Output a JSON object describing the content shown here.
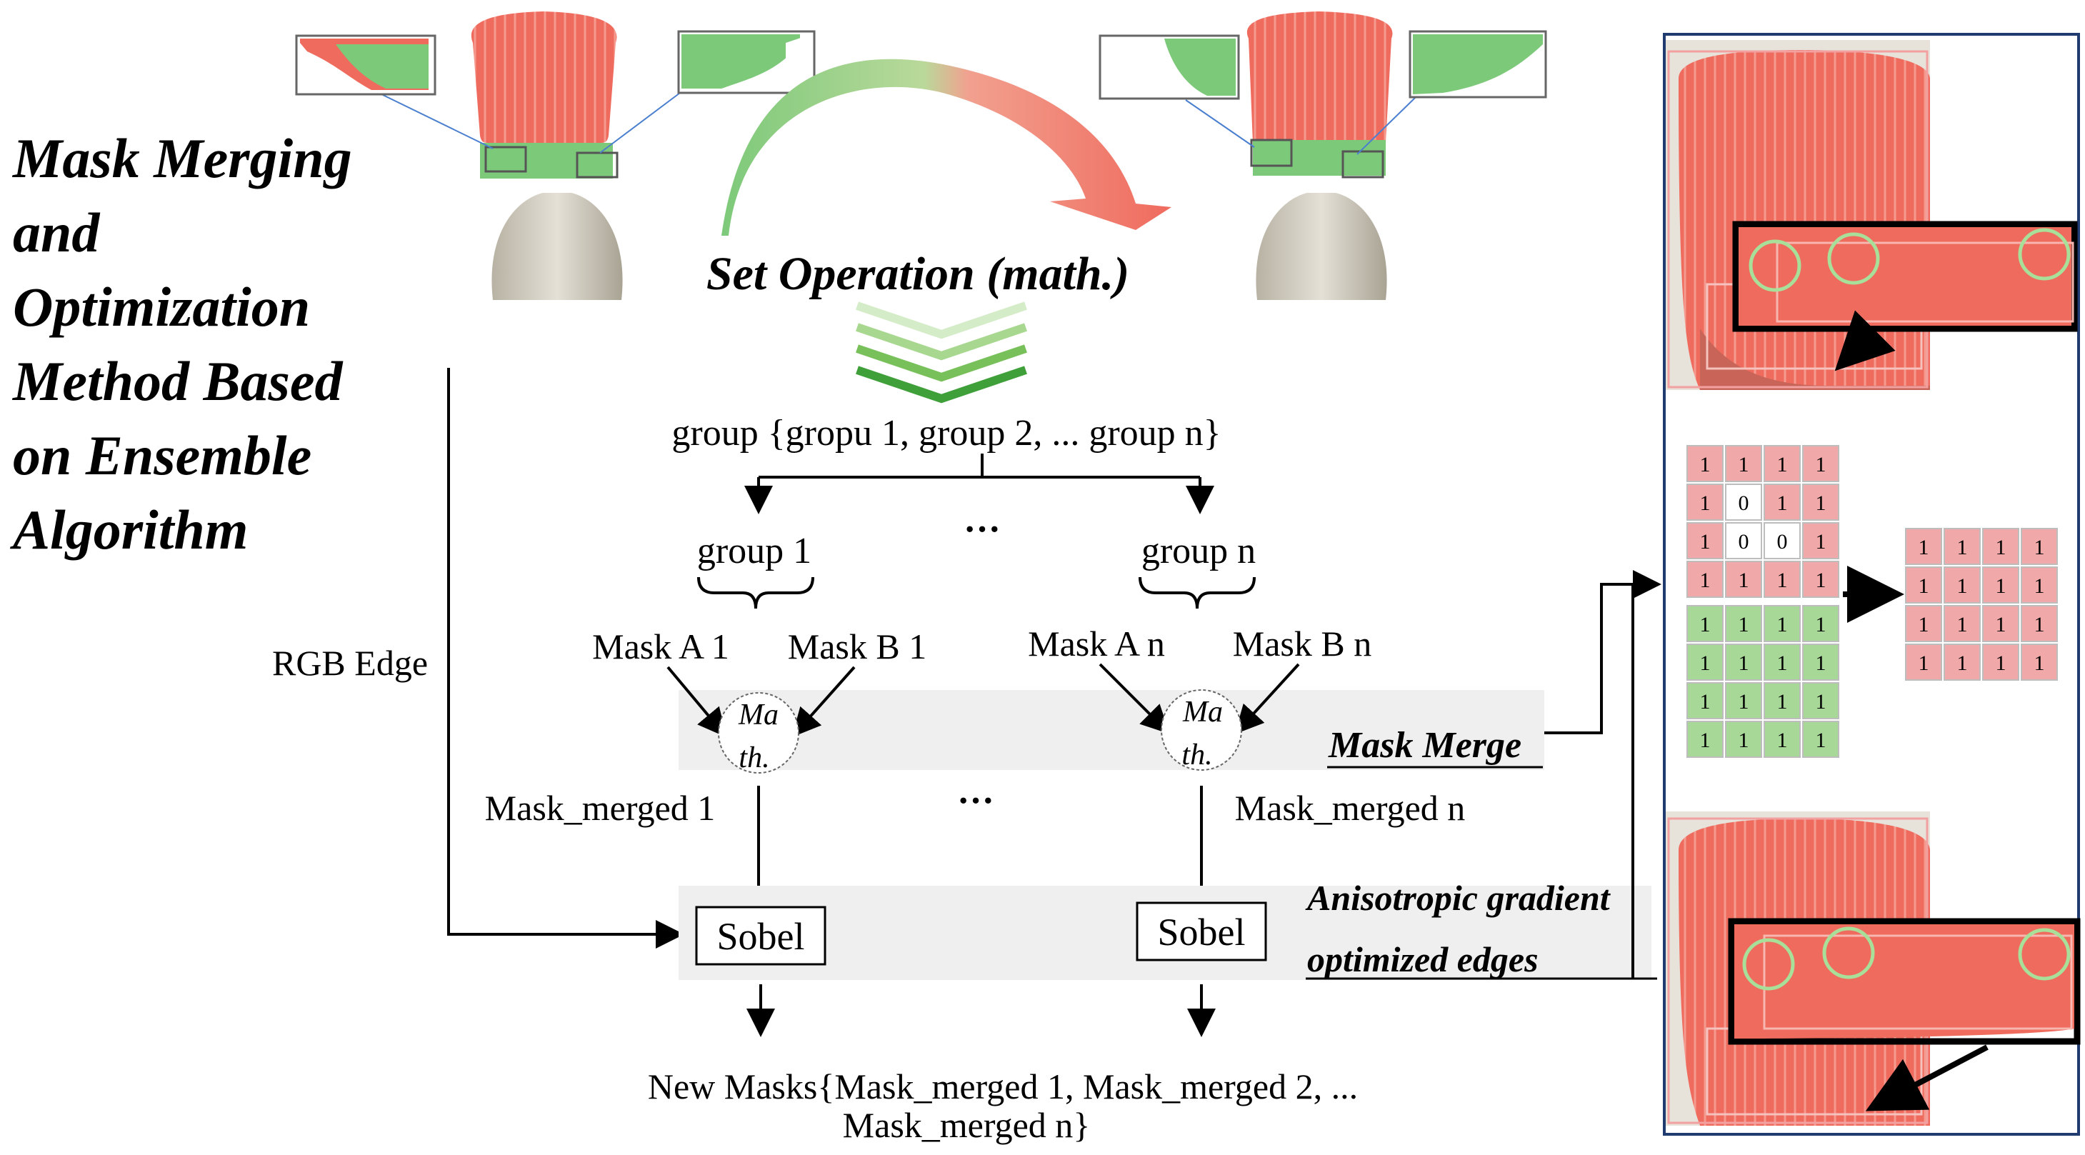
{
  "title_lines": [
    "Mask Merging",
    "and",
    "Optimization",
    "Method Based",
    "on Ensemble",
    "Algorithm"
  ],
  "set_operation_label": "Set Operation (math.)",
  "group_set_label": "group {gropu 1, group 2, ... group n}",
  "ellipsis": "···",
  "group_1_label": "group 1",
  "group_n_label": "group n",
  "mask_a1_label": "Mask A 1",
  "mask_b1_label": "Mask B 1",
  "mask_an_label": "Mask A n",
  "mask_bn_label": "Mask B n",
  "math_node_line1": "Ma",
  "math_node_line2": "th.",
  "mask_merge_label": "Mask Merge",
  "rgb_edge_label": "RGB Edge",
  "mask_merged_1_label": "Mask_merged 1",
  "mask_merged_n_label": "Mask_merged n",
  "sobel_label": "Sobel",
  "anisotropic_line1": "Anisotropic gradient",
  "anisotropic_line2": "optimized edges",
  "new_masks_line1": "New Masks{Mask_merged 1, Mask_merged 2, ...",
  "new_masks_line2": "Mask_merged n}",
  "red_grid": [
    [
      "1",
      "1",
      "1",
      "1"
    ],
    [
      "1",
      "0",
      "1",
      "1"
    ],
    [
      "1",
      "0",
      "0",
      "1"
    ],
    [
      "1",
      "1",
      "1",
      "1"
    ]
  ],
  "green_grid": [
    [
      "1",
      "1",
      "1",
      "1"
    ],
    [
      "1",
      "1",
      "1",
      "1"
    ],
    [
      "1",
      "1",
      "1",
      "1"
    ],
    [
      "1",
      "1",
      "1",
      "1"
    ]
  ],
  "result_grid": [
    [
      "1",
      "1",
      "1",
      "1"
    ],
    [
      "1",
      "1",
      "1",
      "1"
    ],
    [
      "1",
      "1",
      "1",
      "1"
    ],
    [
      "1",
      "1",
      "1",
      "1"
    ]
  ],
  "colors": {
    "mask_red": "#ef6b5e",
    "mask_green": "#7dc97a",
    "grid_red": "#f0a8a8",
    "grid_green": "#a8d898",
    "panel_border": "#1f3b70",
    "band_gray": "#efefef"
  }
}
